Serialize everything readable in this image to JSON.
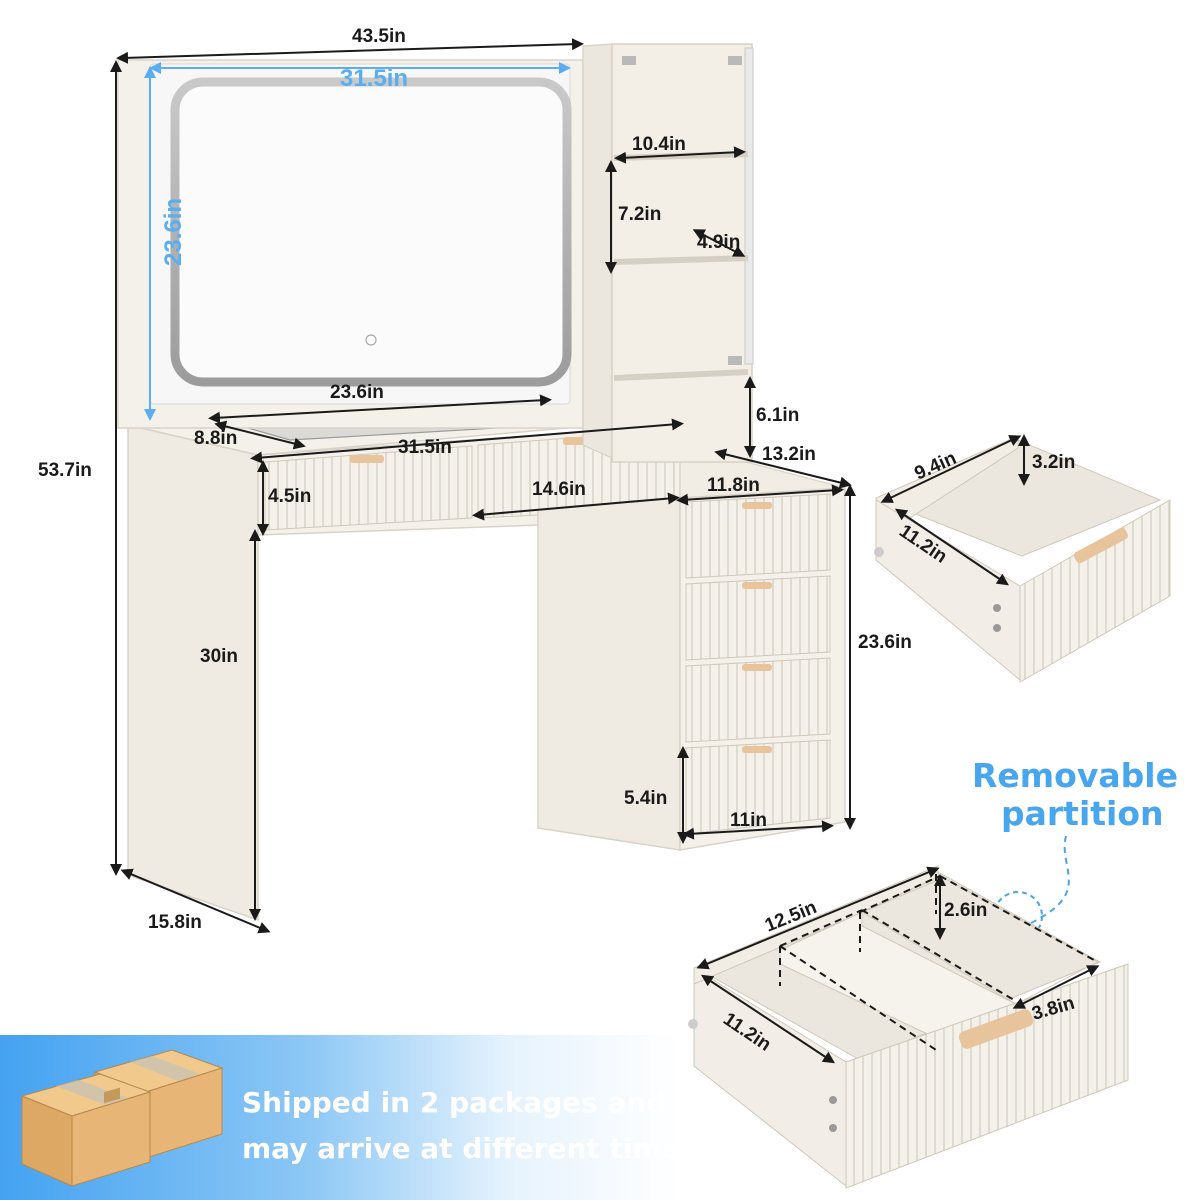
{
  "dimensions": {
    "overall_width": "43.5in",
    "mirror_width": "31.5in",
    "mirror_height": "23.6in",
    "total_height": "53.7in",
    "shelf_width": "10.4in",
    "shelf_height": "7.2in",
    "shelf_depth": "4.9in",
    "tray_width": "23.6in",
    "tray_depth": "8.8in",
    "desktop_width": "31.5in",
    "drawer_height": "4.5in",
    "drawer_width": "14.6in",
    "cabinet_gap": "6.1in",
    "cabinet_depth": "13.2in",
    "cabinet_width": "11.8in",
    "cabinet_height": "23.6in",
    "knee_height": "30in",
    "side_drawer_height": "5.4in",
    "side_drawer_width": "11in",
    "desk_depth": "15.8in"
  },
  "small_drawer": {
    "width": "9.4in",
    "height": "3.2in",
    "depth": "11.2in"
  },
  "partition_drawer": {
    "callout_line1": "Removable",
    "callout_line2": "partition",
    "width": "12.5in",
    "height": "2.6in",
    "depth": "11.2in",
    "section": "3.8in"
  },
  "shipping": {
    "line1": "Shipped in 2 packages and",
    "line2": "may arrive at different times"
  },
  "colors": {
    "furniture": "#f4f1ea",
    "furniture_shade": "#e6e1d6",
    "handle": "#e8c49c",
    "accent_blue": "#47a6ee",
    "banner_start": "#4aa6f2",
    "banner_end": "#ffffff",
    "box": "#e0b273"
  }
}
